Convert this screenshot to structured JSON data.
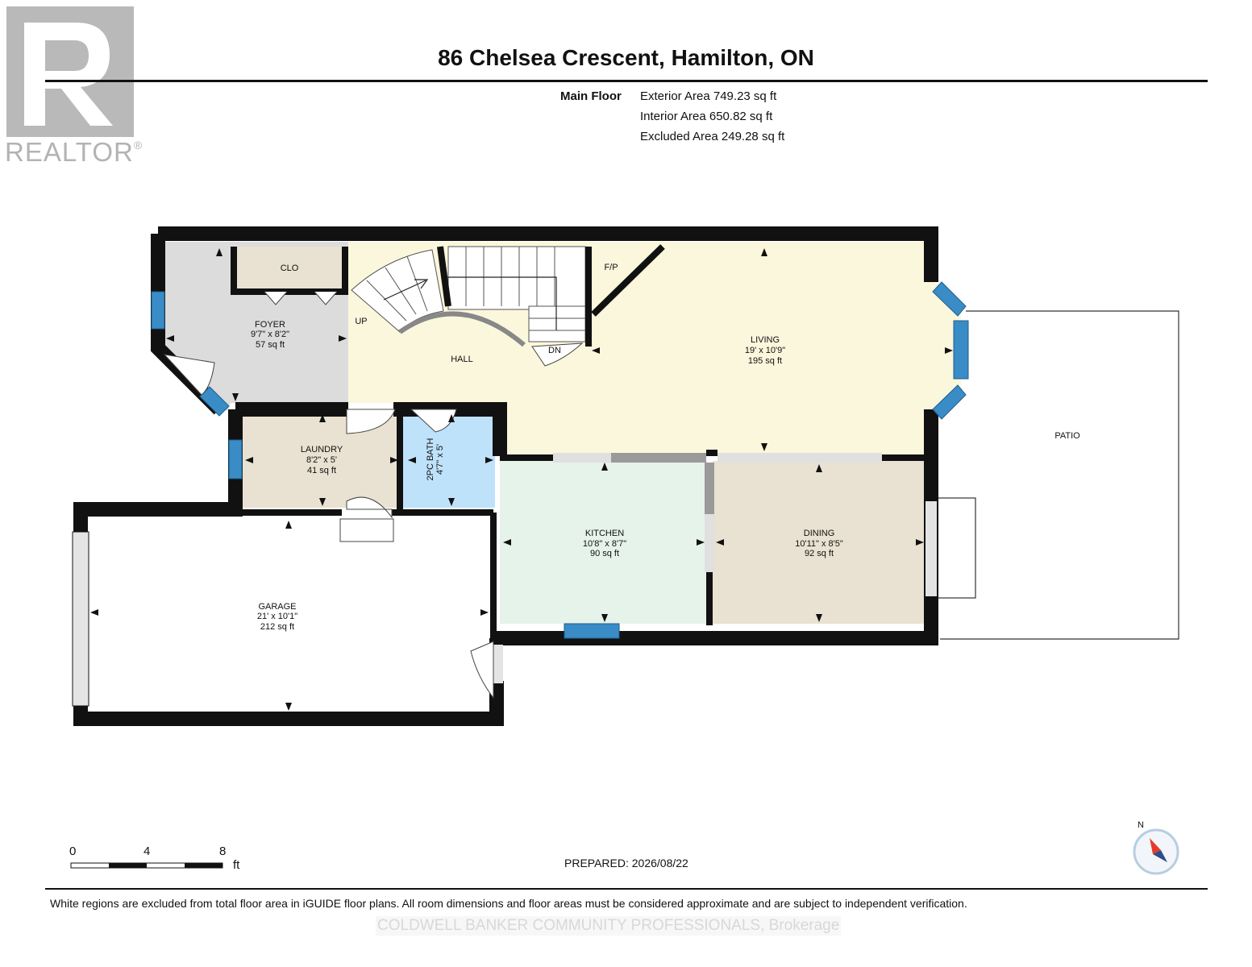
{
  "header": {
    "address": "86 Chelsea Crescent, Hamilton, ON",
    "logo_text": "REALTOR",
    "logo_reg": "®"
  },
  "area_summary": {
    "floor_name": "Main Floor",
    "exterior": "Exterior Area 749.23 sq ft",
    "interior": "Interior Area 650.82 sq ft",
    "excluded": "Excluded Area 249.28 sq ft"
  },
  "rooms": {
    "clo": {
      "name": "CLO"
    },
    "foyer": {
      "name": "FOYER",
      "dims": "9'7\" x 8'2\"",
      "area": "57 sq ft"
    },
    "hall": {
      "name": "HALL"
    },
    "up": {
      "name": "UP"
    },
    "dn": {
      "name": "DN"
    },
    "fp": {
      "name": "F/P"
    },
    "living": {
      "name": "LIVING",
      "dims": "19' x 10'9\"",
      "area": "195 sq ft"
    },
    "patio": {
      "name": "PATIO"
    },
    "laundry": {
      "name": "LAUNDRY",
      "dims": "8'2\" x 5'",
      "area": "41 sq ft"
    },
    "bath": {
      "name": "2PC BATH",
      "dims": "4'7\" x 5'"
    },
    "kitchen": {
      "name": "KITCHEN",
      "dims": "10'8\" x 8'7\"",
      "area": "90 sq ft"
    },
    "dining": {
      "name": "DINING",
      "dims": "10'11\" x 8'5\"",
      "area": "92 sq ft"
    },
    "garage": {
      "name": "GARAGE",
      "dims": "21' x 10'1\"",
      "area": "212 sq ft"
    }
  },
  "colors": {
    "foyer": "#dcdcdc",
    "hall_living": "#fbf7dc",
    "laundry_dining_clo": "#e9e1d1",
    "bath": "#bfe2fb",
    "kitchen": "#e5f3ea",
    "window": "#3a8cc6",
    "wall": "#111111"
  },
  "scale": {
    "ticks": [
      "0",
      "4",
      "8"
    ],
    "unit": "ft"
  },
  "compass": {
    "label": "N"
  },
  "prepared": "PREPARED: 2026/08/22",
  "disclaimer": "White regions are excluded from total floor area in iGUIDE floor plans. All room dimensions and floor areas must be considered approximate and are subject to independent verification.",
  "brokerage": "COLDWELL BANKER COMMUNITY PROFESSIONALS, Brokerage"
}
